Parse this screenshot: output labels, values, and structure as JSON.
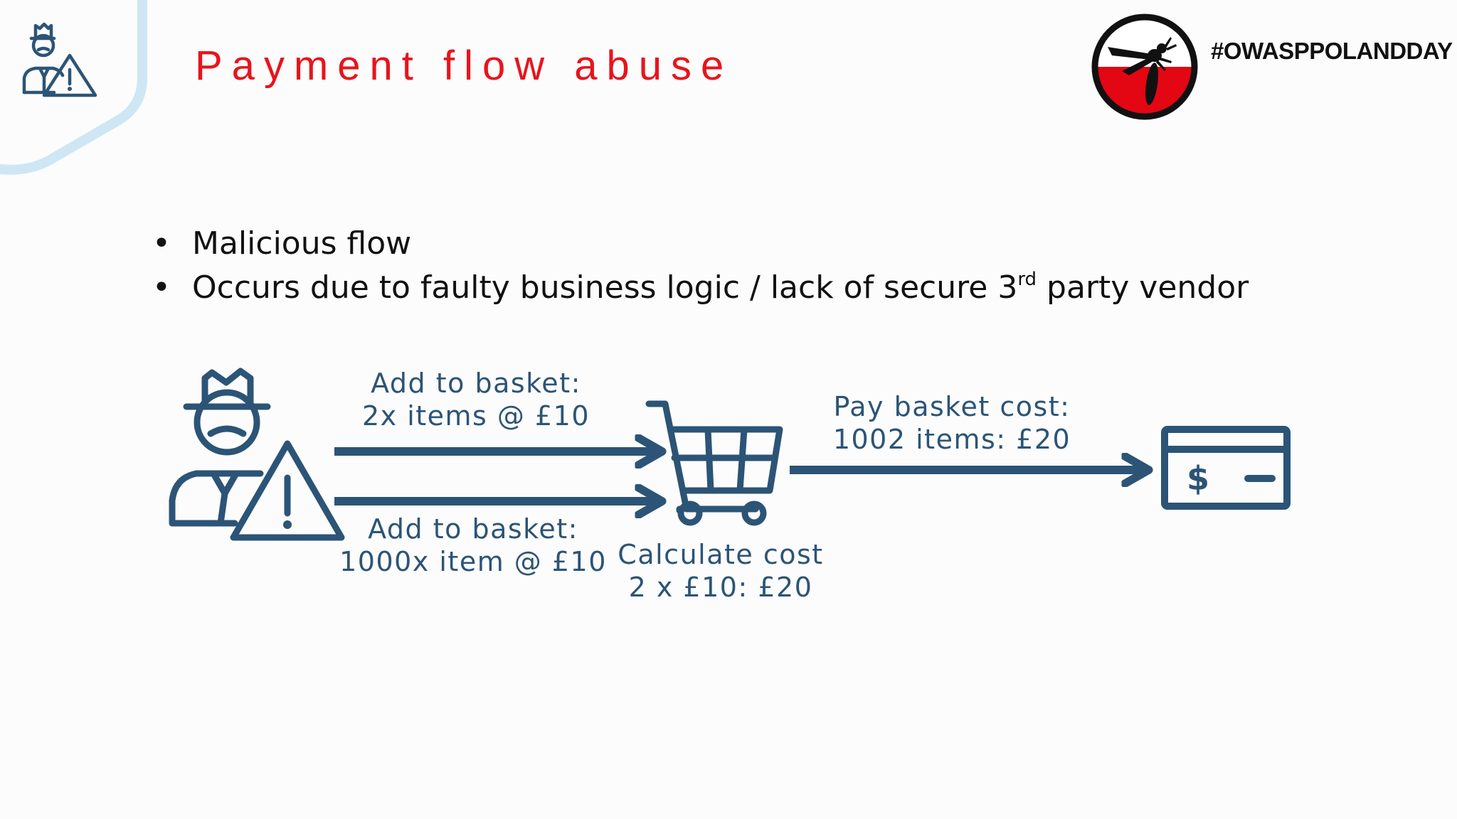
{
  "slide": {
    "title": "Payment flow abuse",
    "hashtag": "#OWASPPOLANDDAY",
    "bullets": [
      {
        "text": "Malicious flow",
        "sup": "",
        "after": ""
      },
      {
        "text": "Occurs due to faulty business logic / lack of secure 3",
        "sup": "rd",
        "after": " party vendor"
      }
    ],
    "bullet_glyph": "•"
  },
  "diagram": {
    "add_top": {
      "line1": "Add to basket:",
      "line2": "2x items @ £10"
    },
    "add_bottom": {
      "line1": "Add to basket:",
      "line2": "1000x item @ £10"
    },
    "calculate": {
      "line1": "Calculate cost",
      "line2": "2 x £10: £20"
    },
    "pay": {
      "line1": "Pay basket cost:",
      "line2": "1002 items: £20"
    },
    "card_symbol": "$"
  },
  "icons": {
    "corner": "malicious-user-warning-icon",
    "logo": "owasp-wasp-logo",
    "user": "malicious-user-warning-icon",
    "cart": "shopping-cart-icon",
    "card": "credit-card-icon"
  },
  "colors": {
    "title": "#e8141c",
    "diagram": "#2c5476",
    "corner_deco": "#cfe6f5",
    "logo_red": "#e30613"
  }
}
